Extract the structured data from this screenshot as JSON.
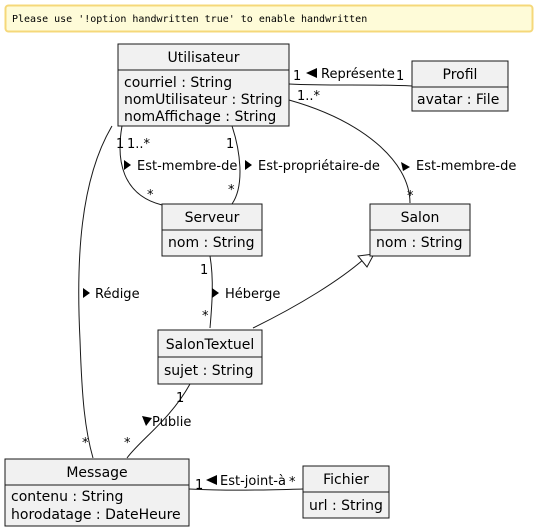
{
  "note": {
    "text": "Please use '!option handwritten true' to enable handwritten"
  },
  "classes": {
    "utilisateur": {
      "name": "Utilisateur",
      "attrs": [
        "courriel : String",
        "nomUtilisateur : String",
        "nomAffichage : String"
      ]
    },
    "profil": {
      "name": "Profil",
      "attrs": [
        "avatar : File"
      ]
    },
    "serveur": {
      "name": "Serveur",
      "attrs": [
        "nom : String"
      ]
    },
    "salon": {
      "name": "Salon",
      "attrs": [
        "nom : String"
      ]
    },
    "salontextuel": {
      "name": "SalonTextuel",
      "attrs": [
        "sujet : String"
      ]
    },
    "message": {
      "name": "Message",
      "attrs": [
        "contenu : String",
        "horodatage : DateHeure"
      ]
    },
    "fichier": {
      "name": "Fichier",
      "attrs": [
        "url : String"
      ]
    }
  },
  "relations": {
    "represente": {
      "label": "Représente",
      "mult_from": "1",
      "mult_to": "1"
    },
    "membre_serveur": {
      "label": "Est-membre-de",
      "mult_from": "1..*",
      "mult_to": "*"
    },
    "proprietaire": {
      "label": "Est-propriétaire-de",
      "mult_from": "1",
      "mult_to": "*"
    },
    "membre_salon": {
      "label": "Est-membre-de",
      "mult_from": "1..*",
      "mult_to": "*"
    },
    "redige": {
      "label": "Rédige",
      "mult_from": "1",
      "mult_to": "*"
    },
    "heberge": {
      "label": "Héberge",
      "mult_from": "1",
      "mult_to": "*"
    },
    "publie": {
      "label": "Publie",
      "mult_from": "1",
      "mult_to": "*"
    },
    "est_joint": {
      "label": "Est-joint-à",
      "mult_from": "1",
      "mult_to": "*"
    }
  }
}
